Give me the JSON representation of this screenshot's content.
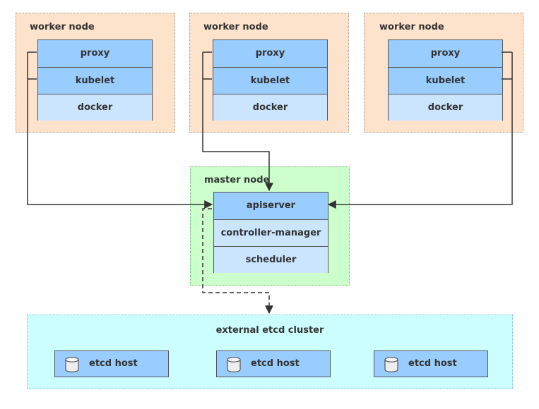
{
  "workers": [
    {
      "title": "worker node",
      "components": [
        "proxy",
        "kubelet",
        "docker"
      ]
    },
    {
      "title": "worker node",
      "components": [
        "proxy",
        "kubelet",
        "docker"
      ]
    },
    {
      "title": "worker node",
      "components": [
        "proxy",
        "kubelet",
        "docker"
      ]
    }
  ],
  "master": {
    "title": "master node",
    "components": [
      "apiserver",
      "controller-manager",
      "scheduler"
    ]
  },
  "etcd": {
    "title": "external etcd cluster",
    "hosts": [
      "etcd host",
      "etcd host",
      "etcd host"
    ]
  },
  "colors": {
    "worker_bg": "#fde3cc",
    "master_bg": "#ccffcc",
    "etcd_bg": "#ccffff",
    "component_dark": "#99ccff",
    "component_light": "#cce5ff",
    "line": "#333333"
  },
  "icons": {
    "etcd_host": "database-cylinder-icon"
  }
}
